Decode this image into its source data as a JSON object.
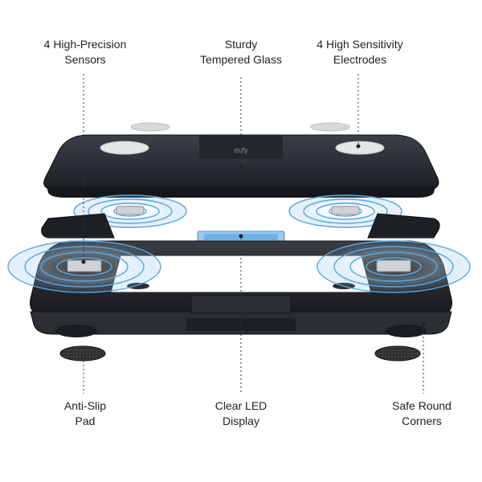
{
  "labels": {
    "sensors": {
      "line1": "4 High-Precision",
      "line2": "Sensors"
    },
    "glass": {
      "line1": "Sturdy",
      "line2": "Tempered Glass"
    },
    "electrodes": {
      "line1": "4 High Sensitivity",
      "line2": "Electrodes"
    },
    "pad": {
      "line1": "Anti-Slip",
      "line2": "Pad"
    },
    "display": {
      "line1": "Clear LED",
      "line2": "Display"
    },
    "corners": {
      "line1": "Safe Round",
      "line2": "Corners"
    }
  },
  "brand": {
    "logo_text": "eufy"
  },
  "colors": {
    "glass": "#2b2f35",
    "frame": "#1f2226",
    "wave": "#5aa6e0",
    "led": "#9cc9f0",
    "pad": "#2a2a2a",
    "electrode": "#e6e6e6"
  }
}
